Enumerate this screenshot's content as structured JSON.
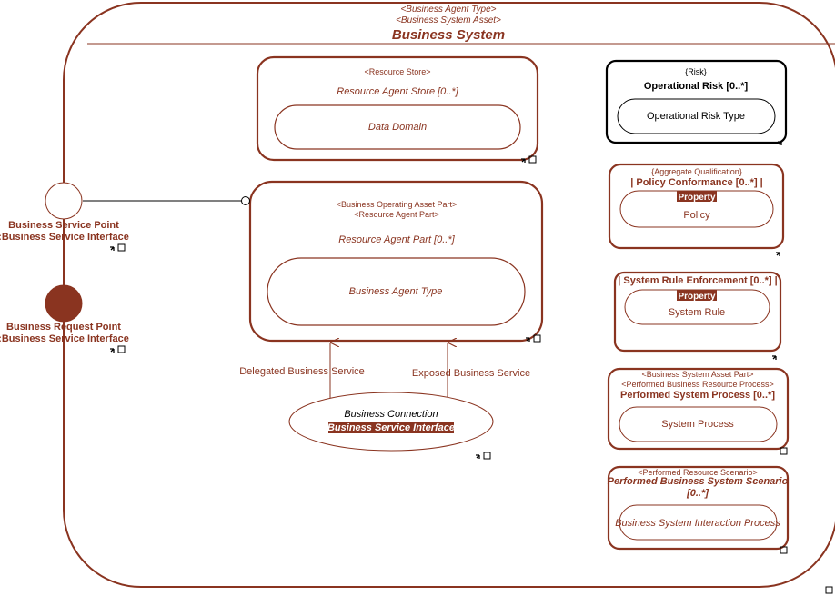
{
  "system": {
    "stereotype1": "<Business Agent Type>",
    "stereotype2": "<Business System Asset>",
    "title": "Business System"
  },
  "resource_store": {
    "stereotype": "<Resource Store>",
    "title": "Resource Agent Store [0..*]",
    "inner": "Data Domain"
  },
  "resource_agent_part": {
    "stereotype1": "<Business Operating Asset Part>",
    "stereotype2": "<Resource Agent Part>",
    "title": "Resource Agent Part [0..*]",
    "inner": "Business Agent Type"
  },
  "service_point": {
    "label1": "Business Service Point",
    "label2": ":Business Service Interface"
  },
  "request_point": {
    "label1": "Business Request Point",
    "label2": ":Business Service Interface"
  },
  "connection": {
    "title": "Business Connection",
    "type": "[Business Service Interface]",
    "delegated": "Delegated Business Service",
    "exposed": "Exposed Business Service"
  },
  "risk": {
    "stereotype": "{Risk}",
    "title": "Operational Risk [0..*]",
    "inner": "Operational Risk Type"
  },
  "policy": {
    "stereotype": "{Aggregate Qualification}",
    "title": "| Policy Conformance [0..*] |",
    "badge": "Property",
    "inner": "Policy"
  },
  "rule": {
    "title": "| System Rule Enforcement [0..*] |",
    "badge": "Property",
    "inner": "System Rule"
  },
  "process": {
    "stereotype1": "<Business System Asset Part>",
    "stereotype2": "<Performed Business Resource Process>",
    "title": "Performed System Process [0..*]",
    "inner": "System Process"
  },
  "scenario": {
    "stereotype": "<Performed Resource Scenario>",
    "title1": "Performed Business System Scenario",
    "title2": "[0..*]",
    "inner": "Business System Interaction Process"
  },
  "colors": {
    "accent": "#8a3420",
    "risk_border": "#000000",
    "badge_bg": "#8a3420"
  }
}
